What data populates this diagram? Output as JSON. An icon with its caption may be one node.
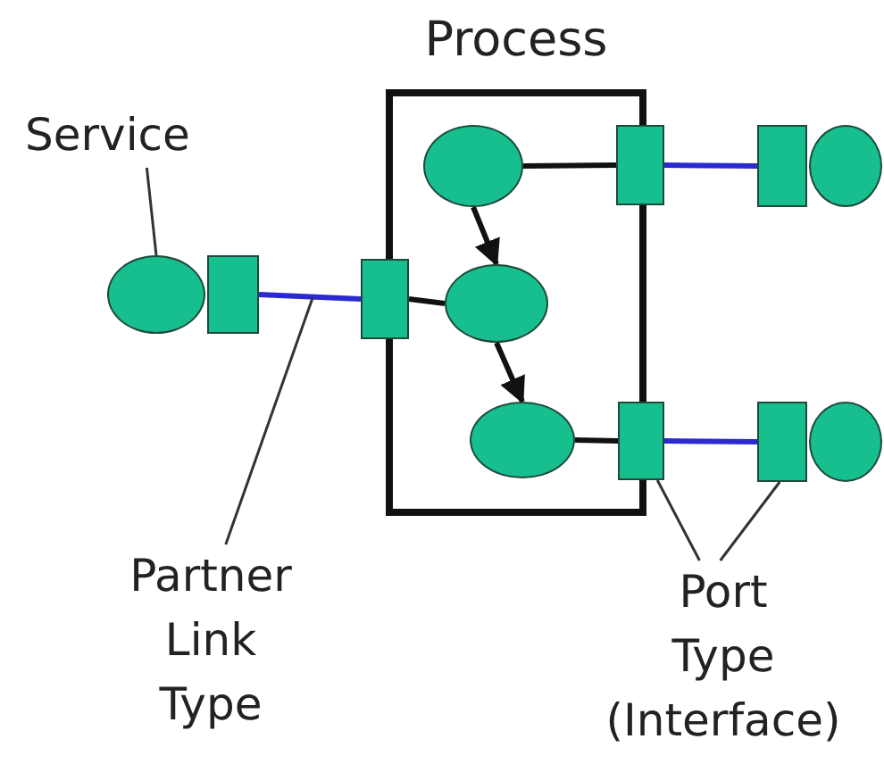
{
  "diagram": {
    "nodes": [
      {
        "text": [
          "Process"
        ]
      },
      {
        "text": [
          "Service"
        ]
      },
      {
        "text": [],
        "shape": "ellipse",
        "in": 0
      },
      {
        "text": [],
        "shape": "box"
      },
      {
        "text": [],
        "shape": "box"
      },
      {
        "text": [],
        "shape": "ellipse"
      },
      {
        "text": [],
        "shape": "ellipse"
      },
      {
        "text": [],
        "shape": "box"
      },
      {
        "text": [],
        "shape": "box"
      },
      {
        "text": [],
        "shape": "ellipse",
        "in": 0
      },
      {
        "text": [],
        "shape": "ellipse",
        "in": 0
      },
      {
        "text": [],
        "shape": "box"
      },
      {
        "text": [],
        "shape": "box"
      },
      {
        "text": [],
        "shape": "ellipse"
      },
      {
        "text": [
          "Partner Link Type"
        ]
      },
      {
        "text": [
          "Port Type (Interface)"
        ]
      }
    ],
    "edges": [
      {
        "from": 1,
        "to": 6,
        "arrow": "none"
      },
      {
        "from": 2,
        "to": 3,
        "arrow": "none"
      },
      {
        "from": 3,
        "to": 4,
        "arrow": "none",
        "color": "#2a2ad0"
      },
      {
        "from": 2,
        "to": 9,
        "arrow": "to"
      },
      {
        "from": 7,
        "to": 8,
        "arrow": "none",
        "color": "#2a2ad0"
      },
      {
        "from": 8,
        "to": 9,
        "arrow": "none"
      },
      {
        "from": 9,
        "to": 10,
        "arrow": "to"
      },
      {
        "from": 10,
        "to": 11,
        "arrow": "none"
      },
      {
        "from": 11,
        "to": 12,
        "arrow": "none",
        "color": "#2a2ad0"
      },
      {
        "from": 14,
        "to": null,
        "arrow": "none"
      },
      {
        "from": 15,
        "to": 11,
        "arrow": "none"
      },
      {
        "from": 15,
        "to": 12,
        "arrow": "none"
      }
    ]
  }
}
